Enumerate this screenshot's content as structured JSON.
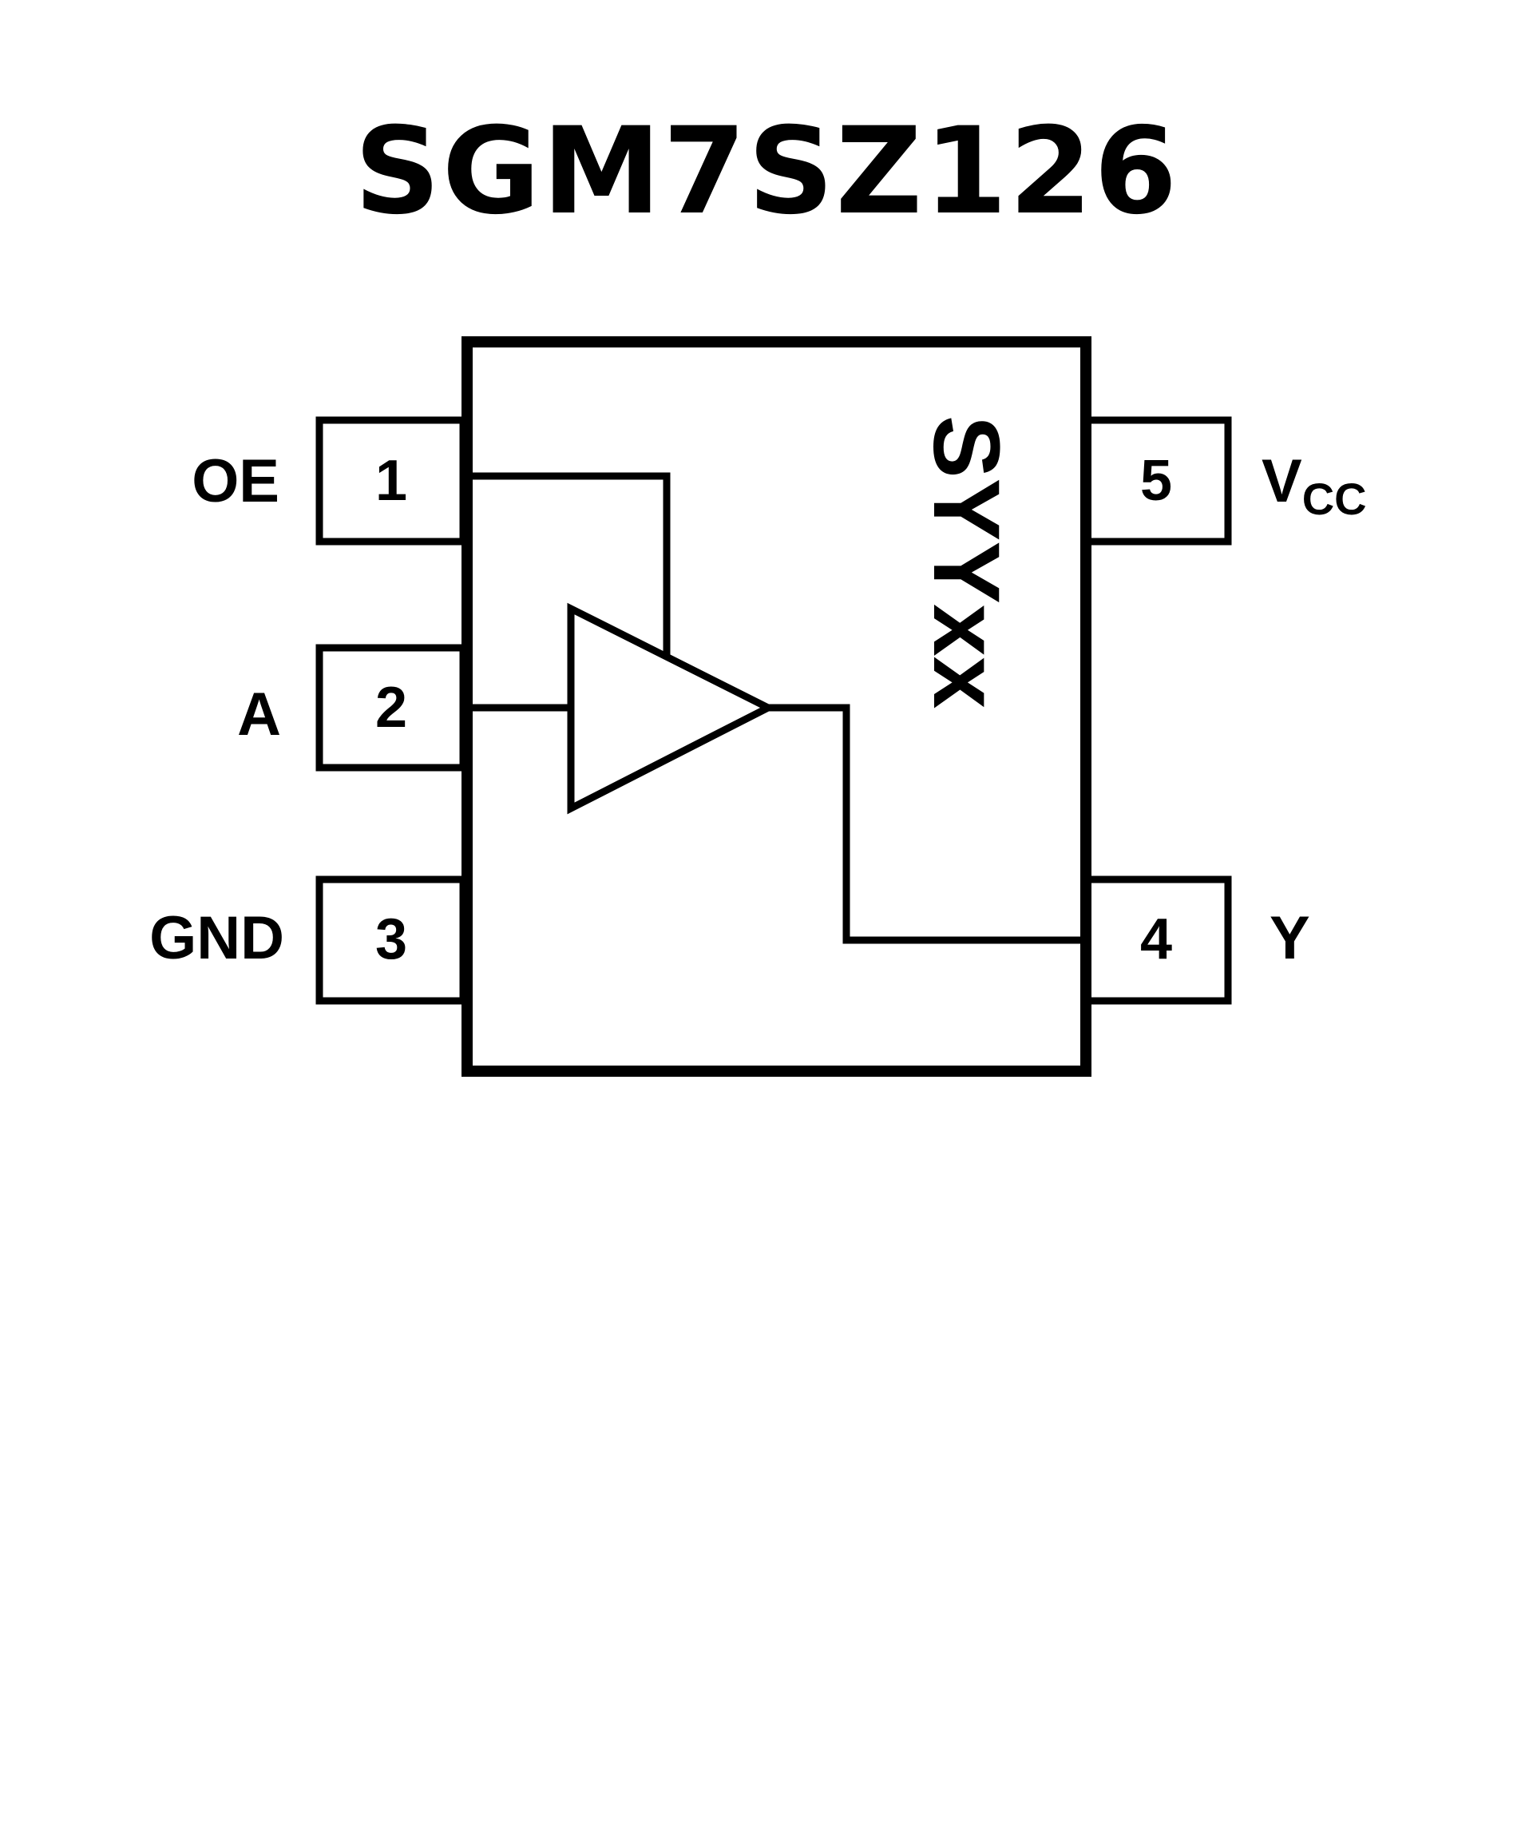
{
  "title": "SGM7SZ126",
  "package_marking": "SYYxx",
  "pins": [
    {
      "number": "1",
      "name": "OE",
      "side": "left"
    },
    {
      "number": "2",
      "name": "A",
      "side": "left"
    },
    {
      "number": "3",
      "name": "GND",
      "side": "left"
    },
    {
      "number": "4",
      "name": "Y",
      "side": "right"
    },
    {
      "number": "5",
      "name": "V",
      "name_subscript": "CC",
      "side": "right"
    }
  ],
  "colors": {
    "ink": "#000000",
    "background": "#ffffff"
  }
}
